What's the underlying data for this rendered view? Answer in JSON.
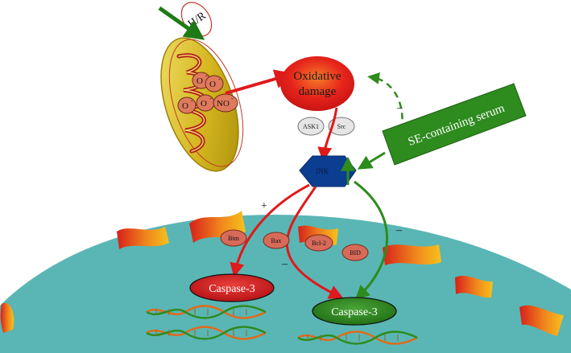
{
  "labels": {
    "stimulus": "H/R",
    "ros": [
      "O",
      "O",
      "O",
      "O",
      "NO"
    ],
    "ros_sup": "-",
    "oxidative_damage_line1": "Oxidative",
    "oxidative_damage_line2": "damage",
    "ask1": "ASK1",
    "src": "Src",
    "jnk": "JNK",
    "treatment": "SE-containing serum",
    "bim": "Bim",
    "bax": "Bax",
    "bcl2": "Bcl-2",
    "bid": "BID",
    "caspase_left": "Caspase-3",
    "caspase_right": "Caspase-3",
    "sign_plus": "+",
    "sign_minus_treatment": "–",
    "sign_minus_center": "–",
    "sign_minus_right": "–"
  },
  "colors": {
    "activation_arrow": "#e0191c",
    "treatment": "#2e8b1e",
    "jnk": "#0b3d91",
    "cell": "#5ab6b4",
    "caspase_left": "#d8121a",
    "caspase_right": "#2e8b1e",
    "protein": "#d86a5a"
  }
}
